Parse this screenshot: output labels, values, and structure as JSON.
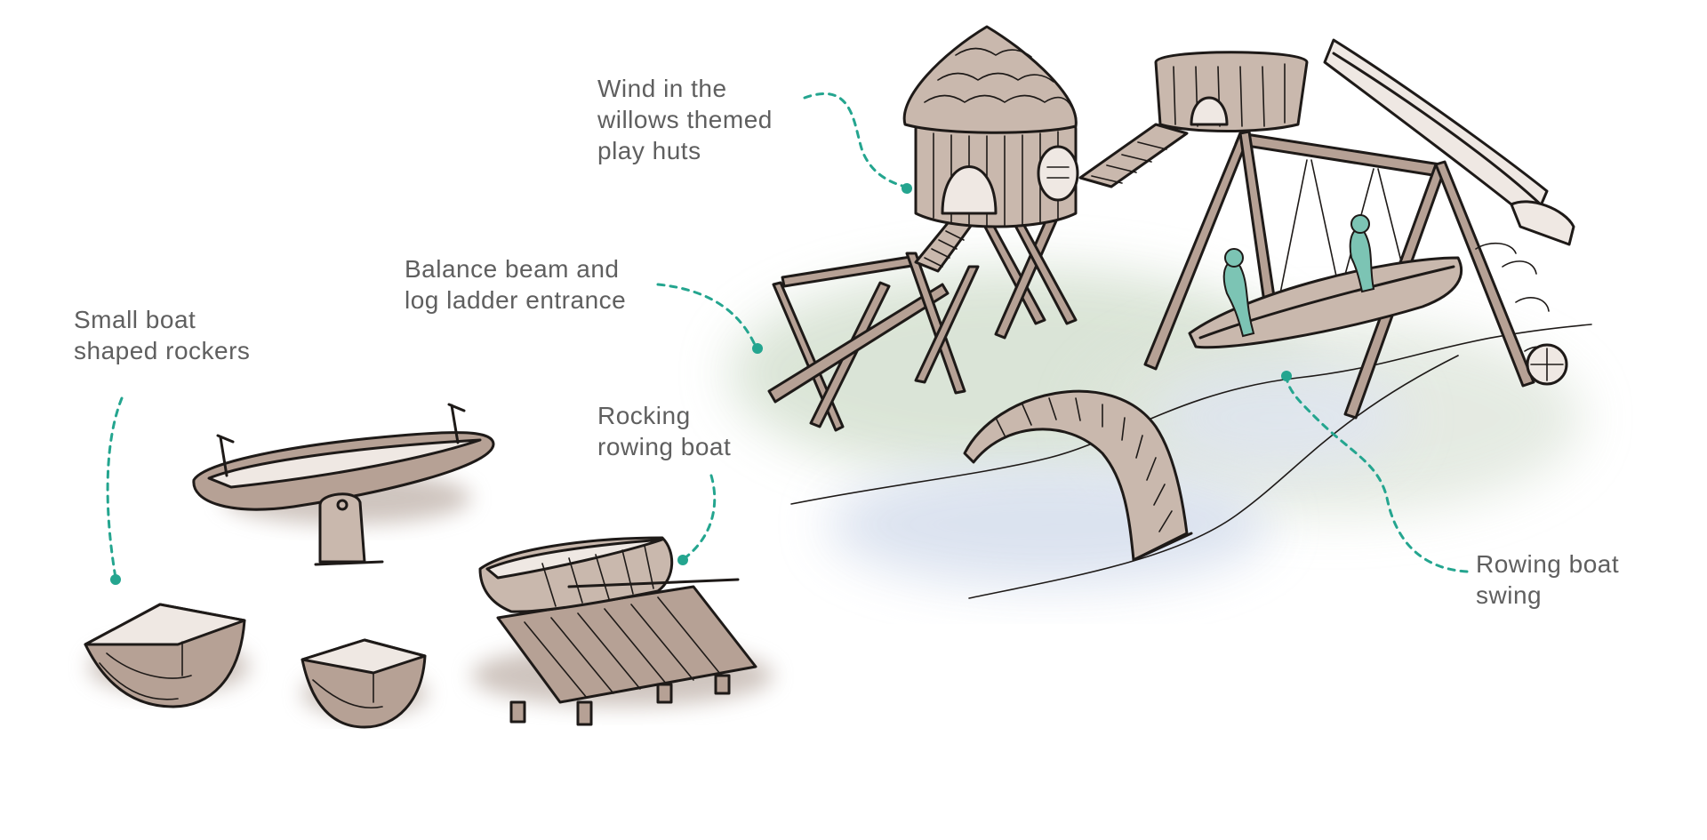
{
  "labels": {
    "rockers": {
      "line1": "Small boat",
      "line2": "shaped rockers"
    },
    "beam": {
      "line1": "Balance beam and",
      "line2": "log ladder entrance"
    },
    "huts": {
      "line1": "Wind in the",
      "line2": "willows themed",
      "line3": "play huts"
    },
    "rowboat": {
      "line1": "Rocking",
      "line2": "rowing boat"
    },
    "swing": {
      "line1": "Rowing boat",
      "line2": "swing"
    }
  },
  "colors": {
    "leader": "#24a58f",
    "label_text": "#5f5f5f",
    "ink": "#1e1a18",
    "wood": "#b6a195",
    "figure": "#7cc4b4",
    "ground_green": "#d7e2d3",
    "ground_blue": "#d8e0ee"
  },
  "icons": [
    "play-hut-icon",
    "balance-beam-icon",
    "swing-frame-icon",
    "slide-icon",
    "arched-bridge-icon",
    "boat-rocker-icon",
    "rowing-boat-icon",
    "seesaw-boat-icon"
  ]
}
